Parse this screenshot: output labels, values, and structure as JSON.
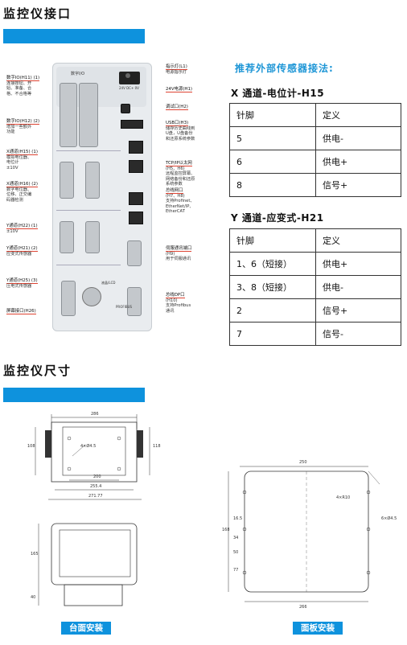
{
  "titles": {
    "interface": "监控仪接口",
    "dimensions": "监控仪尺寸"
  },
  "device": {
    "brand": "数字I/O",
    "top_label": "24V DC+ 0V",
    "profibus_label": "PROFIBUS",
    "lcd_label": "液晶/LCD"
  },
  "left_callouts": [
    {
      "title": "数字IO(H11) (1)",
      "lines": [
        "连接按钮、开",
        "始、准备、合",
        "格、不合格等"
      ]
    },
    {
      "title": "数字IO(H12) (2)",
      "lines": [
        "增加一些额外",
        "功能"
      ]
    },
    {
      "title": "X通道(H15) (1)",
      "lines": [
        "模拟电位器、",
        "电位计",
        "±10V"
      ]
    },
    {
      "title": "X通道(H16) (2)",
      "lines": [
        "数字电位器、",
        "位移、正交编",
        "码器检测"
      ]
    },
    {
      "title": "Y通道(H22) (1)",
      "lines": [
        "±10V"
      ]
    },
    {
      "title": "Y通道(H21) (2)",
      "lines": [
        "应变式传感器"
      ]
    },
    {
      "title": "Y通道(H25) (3)",
      "lines": [
        "压电式传感器"
      ]
    },
    {
      "title": "屏幕接口(H26)",
      "lines": []
    }
  ],
  "right_callouts": [
    {
      "title": "指示灯(L1)",
      "lines": [
        "电源指示灯"
      ]
    },
    {
      "title": "24V电源(H1)",
      "lines": []
    },
    {
      "title": "调试口(H2)",
      "lines": []
    },
    {
      "title": "USB口(H3)",
      "lines": [
        "储存历史曲线到",
        "U盘，U盘备份",
        "和还原系统参数"
      ]
    },
    {
      "title": "TCP/IP以太网",
      "lines": [
        "(H5、H6)",
        "远程监控屏幕、",
        "网络备份和还原",
        "系统参数"
      ]
    },
    {
      "title": "总线网口",
      "lines": [
        "(H7、H8)",
        "支持Profinet、",
        "EtherNet/IP、",
        "EtherCAT"
      ]
    },
    {
      "title": "伺服通讯端口",
      "lines": [
        "(H9)",
        "用于伺服通讯"
      ]
    },
    {
      "title": "总线DP口",
      "lines": [
        "(H10)",
        "支持Profibus",
        "通讯"
      ]
    }
  ],
  "recommend_title": "推荐外部传感器接法:",
  "table_x": {
    "title": "X 通道-电位计-H15",
    "header": [
      "针脚",
      "定义"
    ],
    "rows": [
      [
        "5",
        "供电-"
      ],
      [
        "6",
        "供电+"
      ],
      [
        "8",
        "信号+"
      ]
    ]
  },
  "table_y": {
    "title": "Y 通道-应变式-H21",
    "header": [
      "针脚",
      "定义"
    ],
    "rows": [
      [
        "1、6（短接）",
        "供电+"
      ],
      [
        "3、8（短接）",
        "供电-"
      ],
      [
        "2",
        "信号+"
      ],
      [
        "7",
        "信号-"
      ]
    ]
  },
  "dims_left": {
    "top_width": "286",
    "height_left": "108",
    "height_right": "118",
    "hole": "4×Ø4.5",
    "w1": "200",
    "w2": "255.4",
    "w3": "271.77",
    "front_height": "165",
    "front_bottom": "40"
  },
  "dims_right": {
    "width_top": "250",
    "width_bottom": "266",
    "height": "168",
    "corner": "4×R10",
    "hole": "6×Ø4.5",
    "v1": "16.5",
    "v2": "34",
    "v3": "50",
    "v4": "77"
  },
  "captions": {
    "desk": "台面安装",
    "panel": "面板安装"
  }
}
